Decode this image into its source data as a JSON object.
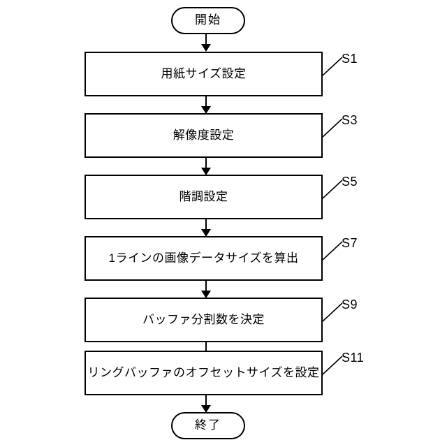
{
  "diagram": {
    "type": "flowchart",
    "orientation": "vertical",
    "background_color": "#ffffff",
    "line_color": "#000000",
    "nodes": [
      {
        "id": "start",
        "shape": "terminal",
        "label": "開始",
        "step": null
      },
      {
        "id": "s1",
        "shape": "process",
        "label": "用紙サイズ設定",
        "step": "S1"
      },
      {
        "id": "s3",
        "shape": "process",
        "label": "解像度設定",
        "step": "S3"
      },
      {
        "id": "s5",
        "shape": "process",
        "label": "階調設定",
        "step": "S5"
      },
      {
        "id": "s7",
        "shape": "process",
        "label": "1ラインの画像データサイズを算出",
        "step": "S7"
      },
      {
        "id": "s9",
        "shape": "process",
        "label": "バッファ分割数を決定",
        "step": "S9"
      },
      {
        "id": "s11",
        "shape": "process",
        "label": "リングバッファのオフセットサイズを設定",
        "step": "S11"
      },
      {
        "id": "end",
        "shape": "terminal",
        "label": "終了",
        "step": null
      }
    ],
    "edges": [
      {
        "from": "start",
        "to": "s1",
        "arrow": "down"
      },
      {
        "from": "s1",
        "to": "s3",
        "arrow": "down"
      },
      {
        "from": "s3",
        "to": "s5",
        "arrow": "down"
      },
      {
        "from": "s5",
        "to": "s7",
        "arrow": "down"
      },
      {
        "from": "s7",
        "to": "s9",
        "arrow": "down"
      },
      {
        "from": "s9",
        "to": "s11",
        "arrow": "down"
      },
      {
        "from": "s11",
        "to": "end",
        "arrow": "down"
      }
    ]
  }
}
